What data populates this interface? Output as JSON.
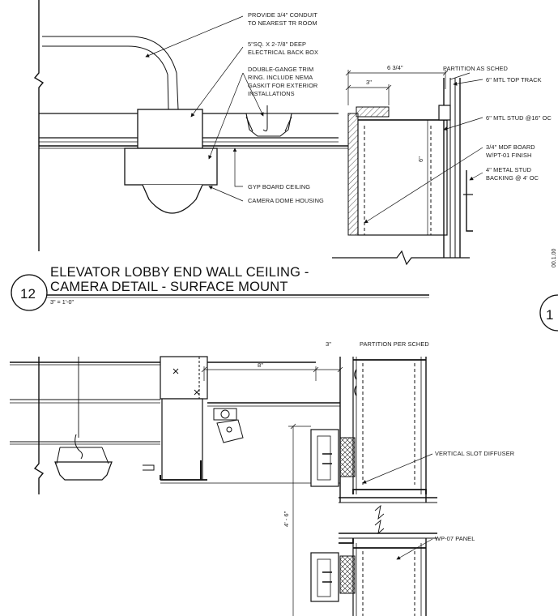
{
  "upper_detail": {
    "notes": {
      "conduit": [
        "PROVIDE 3/4\" CONDUIT",
        "TO NEAREST TR ROOM"
      ],
      "back_box": [
        "5\"SQ. X 2-7/8\" DEEP",
        "ELECTRICAL BACK BOX"
      ],
      "trim_ring": [
        "DOUBLE-GANGE TRIM",
        "RING. INCLUDE NEMA",
        "GASKIT FOR EXTERIOR",
        "INSTALLATIONS"
      ],
      "gyp_ceiling": "GYP BOARD CEILING",
      "dome_housing": "CAMERA DOME HOUSING",
      "partition": "PARTITION AS SCHED",
      "top_track": "6\" MTL TOP TRACK",
      "mtl_stud": "6\" MTL STUD @16\" OC",
      "mdf_board": [
        "3/4\" MDF BOARD",
        "W/PT-01 FINISH"
      ],
      "stud_backing": [
        "4\" METAL STUD",
        "BACKING @ 4' OC"
      ]
    },
    "dims": {
      "overall": "6 3/4\"",
      "partial": "3\"",
      "height": "6\""
    }
  },
  "title_block": {
    "number": "12",
    "title_line1": "ELEVATOR LOBBY END WALL CEILING -",
    "title_line2": "CAMERA DETAIL - SURFACE MOUNT",
    "scale": "3\" = 1'-0\"",
    "next_marker": "1"
  },
  "lower_detail": {
    "notes": {
      "partition": "PARTITION PER SCHED",
      "slot_diffuser": "VERTICAL SLOT DIFFUSER",
      "panel": "WP-07 PANEL"
    },
    "dims": {
      "soffit": "8\"",
      "gap": "3\"",
      "height": "4' - 6\""
    },
    "markers": {
      "x1": "×",
      "x2": "×"
    }
  },
  "side_marks": "00.1.00"
}
